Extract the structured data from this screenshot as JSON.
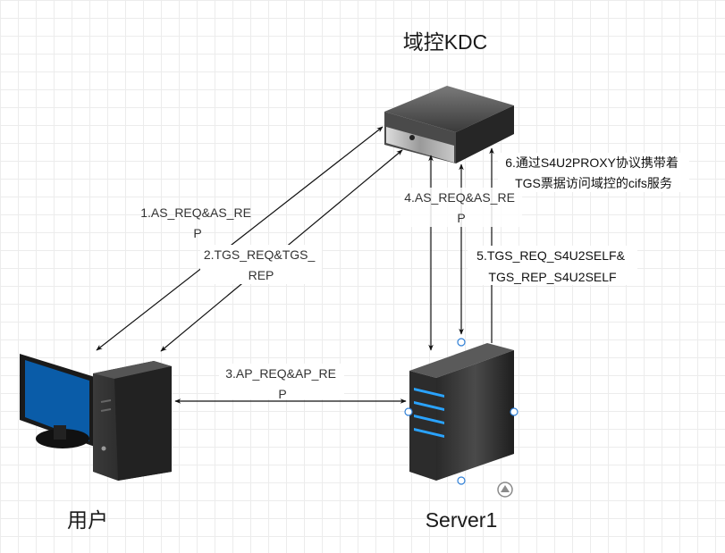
{
  "nodes": {
    "kdc": {
      "label": "域控KDC",
      "icon": "kdc-server-icon"
    },
    "user": {
      "label": "用户",
      "icon": "desktop-computer-icon"
    },
    "server": {
      "label": "Server1",
      "icon": "tower-server-icon"
    }
  },
  "edges": {
    "as_req_user": [
      "1.AS_REQ&AS_RE",
      "P"
    ],
    "tgs_req_user": [
      "2.TGS_REQ&TGS_",
      "REP"
    ],
    "ap_req": [
      "3.AP_REQ&AP_RE",
      "P"
    ],
    "as_req_server": [
      "4.AS_REQ&AS_RE",
      "P"
    ],
    "s4u2self": [
      "5.TGS_REQ_S4U2SELF&",
      "TGS_REP_S4U2SELF"
    ],
    "s4u2proxy": [
      "6.通过S4U2PROXY协议携带着",
      "TGS票据访问域控的cifs服务"
    ]
  },
  "colors": {
    "edge": "#111111",
    "screen": "#0a5ca8",
    "server_led": "#2aa3ff",
    "handle": "#2f7fd6"
  }
}
